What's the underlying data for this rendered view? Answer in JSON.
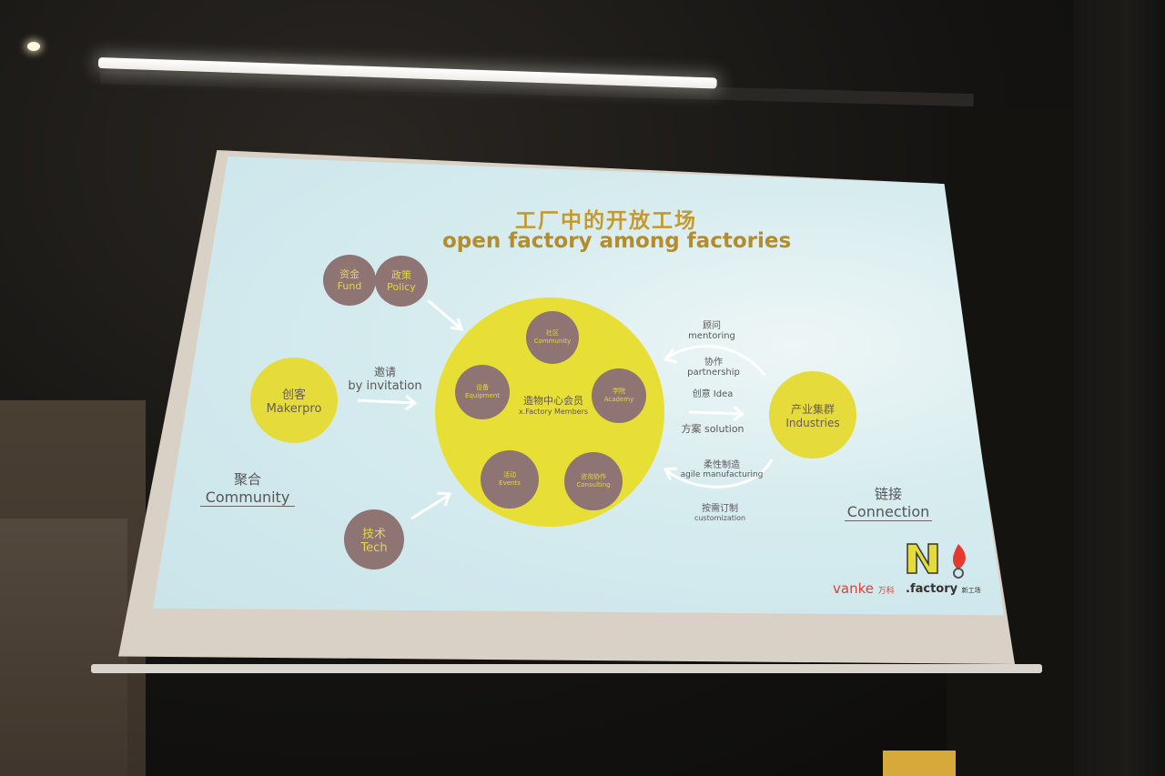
{
  "slide": {
    "title_cn": "工厂中的开放工场",
    "title_en": "open factory among factories",
    "fund": {
      "cn": "资金",
      "en": "Fund"
    },
    "policy": {
      "cn": "政策",
      "en": "Policy"
    },
    "makerpro": {
      "cn": "创客",
      "en": "Makerpro"
    },
    "invitation": {
      "cn": "邀请",
      "en": "by invitation"
    },
    "tech": {
      "cn": "技术",
      "en": "Tech"
    },
    "community": {
      "cn": "聚合",
      "en": "Community"
    },
    "center": {
      "cn": "造物中心会员",
      "en": "x.Factory Members"
    },
    "inner": {
      "top": {
        "cn": "社区",
        "en": "Community"
      },
      "left": {
        "cn": "设备",
        "en": "Equipment"
      },
      "right": {
        "cn": "学院",
        "en": "Academy"
      },
      "bl": {
        "cn": "活动",
        "en": "Events"
      },
      "br": {
        "cn": "咨询协作",
        "en": "Consulting"
      }
    },
    "mentoring": {
      "cn": "顾问",
      "en": "mentoring"
    },
    "partnership": {
      "cn": "协作",
      "en": "partnership"
    },
    "idea": "创意 Idea",
    "solution": "方案 solution",
    "agile": {
      "cn": "柔性制造",
      "en": "agile manufacturing"
    },
    "custom": {
      "cn": "按需订制",
      "en": "customization"
    },
    "industries": {
      "cn": "产业集群",
      "en": "Industries"
    },
    "connection": {
      "cn": "链接",
      "en": "Connection"
    },
    "logos": {
      "vanke": "vanke",
      "vanke_cn": "万科",
      "xfactory": ".factory",
      "xfactory_sub": "新工场"
    }
  },
  "colors": {
    "yellow": "#e5dc3b",
    "brown": "#8e7472",
    "title": "#b38d2b",
    "screen_bg": "#d6ecef"
  }
}
